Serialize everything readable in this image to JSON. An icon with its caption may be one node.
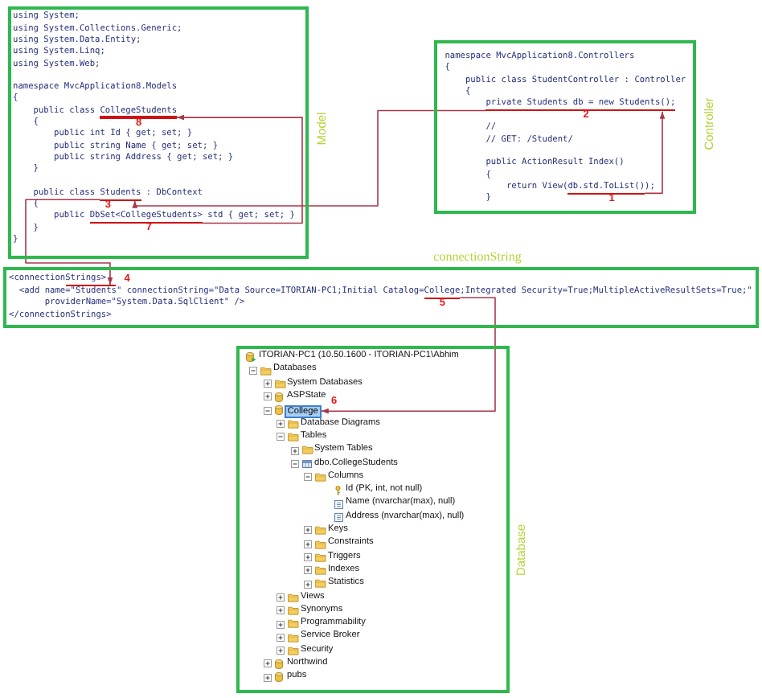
{
  "diagram": {
    "nodes": [
      {
        "text": [
          "Model",
          "using System;",
          "using System.Collections.Generic;",
          "using System.Data.Entity;",
          "using System.Linq;",
          "using System.Web;",
          "namespace MvcApplication8.Models",
          "{",
          "public class CollegeStudents",
          "{",
          "public int Id { get; set; }",
          "public string Name { get; set; }",
          "public string Address { get; set; }",
          "}",
          "public class Students : DbContext",
          "{",
          "public DbSet<CollegeStudents> std { get; set; }",
          "}",
          "}"
        ]
      },
      {
        "text": [],
        "shape": "bar",
        "in": 0,
        "beside": [
          "8"
        ]
      },
      {
        "text": [],
        "shape": "bar",
        "in": 0,
        "beside": [
          "3"
        ]
      },
      {
        "text": [],
        "shape": "bar",
        "in": 0,
        "beside": [
          "7"
        ]
      },
      {
        "text": [
          "Controller",
          "namespace MvcApplication8.Controllers",
          "{",
          "public class StudentController : Controller",
          "{",
          "private Students db = new Students();",
          "//",
          "// GET: /Student/",
          "public ActionResult Index()",
          "{",
          "return View(db.std.ToList());",
          "}"
        ]
      },
      {
        "text": [],
        "shape": "bar",
        "in": 4,
        "beside": [
          "2"
        ]
      },
      {
        "text": [],
        "shape": "bar",
        "in": 4,
        "beside": [
          "1"
        ]
      },
      {
        "text": [
          "connectionString",
          "<connectionStrings>",
          "<add name=\"Students\" connectionString=\"Data Source=ITORIAN-PC1;Initial Catalog=College;Integrated Security=True;MultipleActiveResultSets=True;\"",
          "providerName=\"System.Data.SqlClient\" />",
          "</connectionStrings>"
        ]
      },
      {
        "text": [],
        "shape": "bar",
        "in": 7,
        "beside": [
          "4"
        ]
      },
      {
        "text": [],
        "shape": "bar",
        "in": 7,
        "beside": [
          "5"
        ]
      },
      {
        "text": [
          "Database",
          "ITORIAN-PC1 (10.50.1600 - ITORIAN-PC1\\Abhim",
          "Databases",
          "System Databases",
          "ASPState",
          "Database Diagrams",
          "Tables",
          "System Tables",
          "dbo.CollegeStudents",
          "Columns",
          "Id (PK, int, not null)",
          "Name (nvarchar(max), null)",
          "Address (nvarchar(max), null)",
          "Keys",
          "Constraints",
          "Triggers",
          "Indexes",
          "Statistics",
          "Views",
          "Synonyms",
          "Programmability",
          "Service Broker",
          "Security",
          "Northwind",
          "pubs"
        ]
      },
      {
        "text": [
          "College"
        ],
        "in": 10,
        "beside": [
          "6"
        ]
      }
    ],
    "edges": [
      {
        "from": 6,
        "to": 5,
        "arrow": "to"
      },
      {
        "from": 5,
        "to": 2,
        "arrow": "to"
      },
      {
        "from": 2,
        "to": 8,
        "arrow": "to"
      },
      {
        "from": 9,
        "to": 11,
        "arrow": "to"
      },
      {
        "from": 3,
        "to": 1,
        "arrow": "to"
      }
    ]
  }
}
